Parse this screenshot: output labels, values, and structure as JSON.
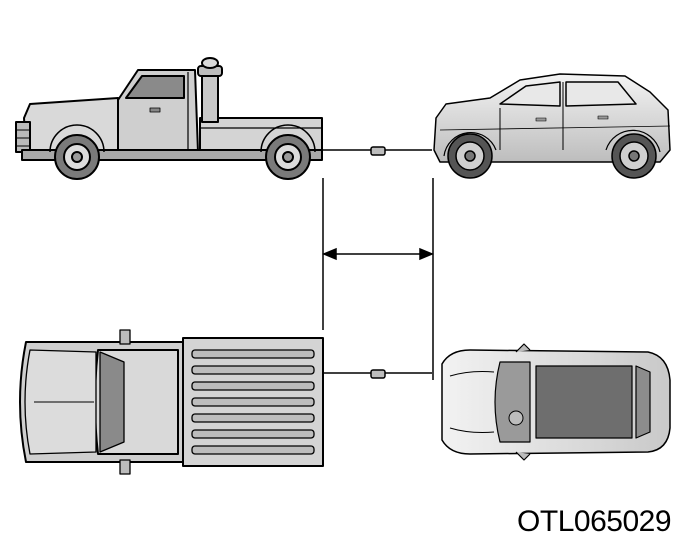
{
  "figure": {
    "code": "OTL065029",
    "colors": {
      "line": "#000000",
      "body_gray": "#cfcfcf",
      "dark_gray": "#8a8a8a",
      "light_gray": "#e6e6e6",
      "background": "#ffffff"
    },
    "views": [
      "side-view",
      "top-view"
    ],
    "icons": [
      "tow-truck-side",
      "suv-side",
      "tow-truck-top",
      "suv-top",
      "distance-arrow"
    ]
  }
}
